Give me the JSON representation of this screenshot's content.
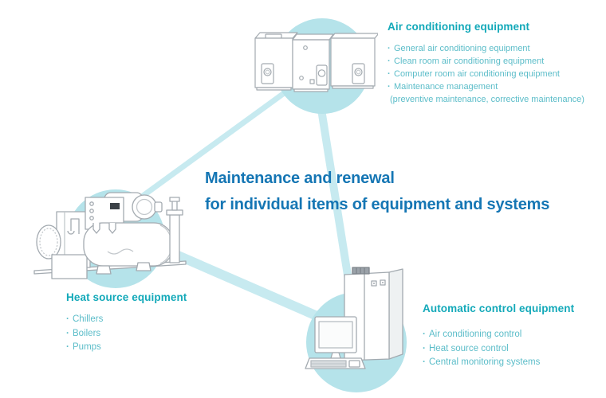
{
  "ui": {
    "bullet_char": "·"
  },
  "center_title": {
    "line1": "Maintenance and renewal",
    "line2": "for individual items of equipment and systems"
  },
  "nodes": {
    "air_conditioning": {
      "title": "Air conditioning equipment",
      "items": [
        "General air conditioning equipment",
        "Clean room air conditioning equipment",
        "Computer room air conditioning equipment",
        "Maintenance management"
      ],
      "note": "(preventive maintenance, corrective maintenance)",
      "illustration": "packaged-air-conditioner-units"
    },
    "heat_source": {
      "title": "Heat source equipment",
      "items": [
        "Chillers",
        "Boilers",
        "Pumps"
      ],
      "illustration": "centrifugal-chiller"
    },
    "automatic_control": {
      "title": "Automatic control equipment",
      "items": [
        "Air conditioning control",
        "Heat source control",
        "Central monitoring systems"
      ],
      "illustration": "control-cabinet-with-monitoring-pc"
    }
  },
  "colors": {
    "title_blue": "#1576b4",
    "heading_teal": "#13a9b9",
    "item_teal": "#5cbdc9",
    "circle_teal": "#b5e3ea",
    "connector_teal": "#c7eaf0",
    "lineart_gray": "#a3aab0"
  }
}
